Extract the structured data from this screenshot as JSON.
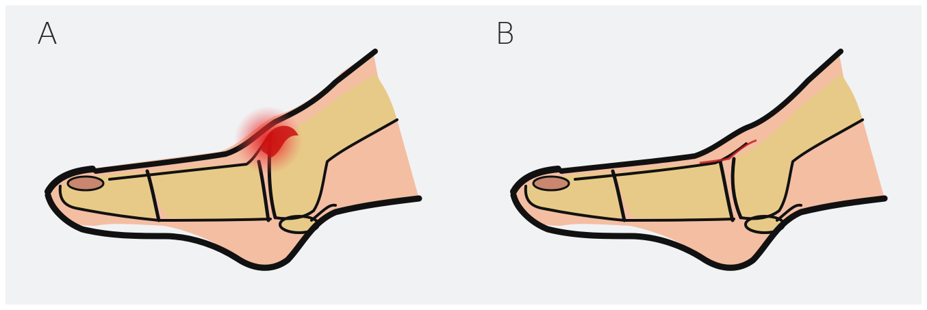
{
  "panels": [
    {
      "label": "A",
      "state": "inflamed joint"
    },
    {
      "label": "B",
      "state": "normal joint"
    }
  ],
  "colors": {
    "background": "#f1f2f4",
    "skin": "#f4bea3",
    "bone": "#e8ca88",
    "outline": "#111111",
    "nail": "#c9876f",
    "inflammation": "#e01818"
  }
}
